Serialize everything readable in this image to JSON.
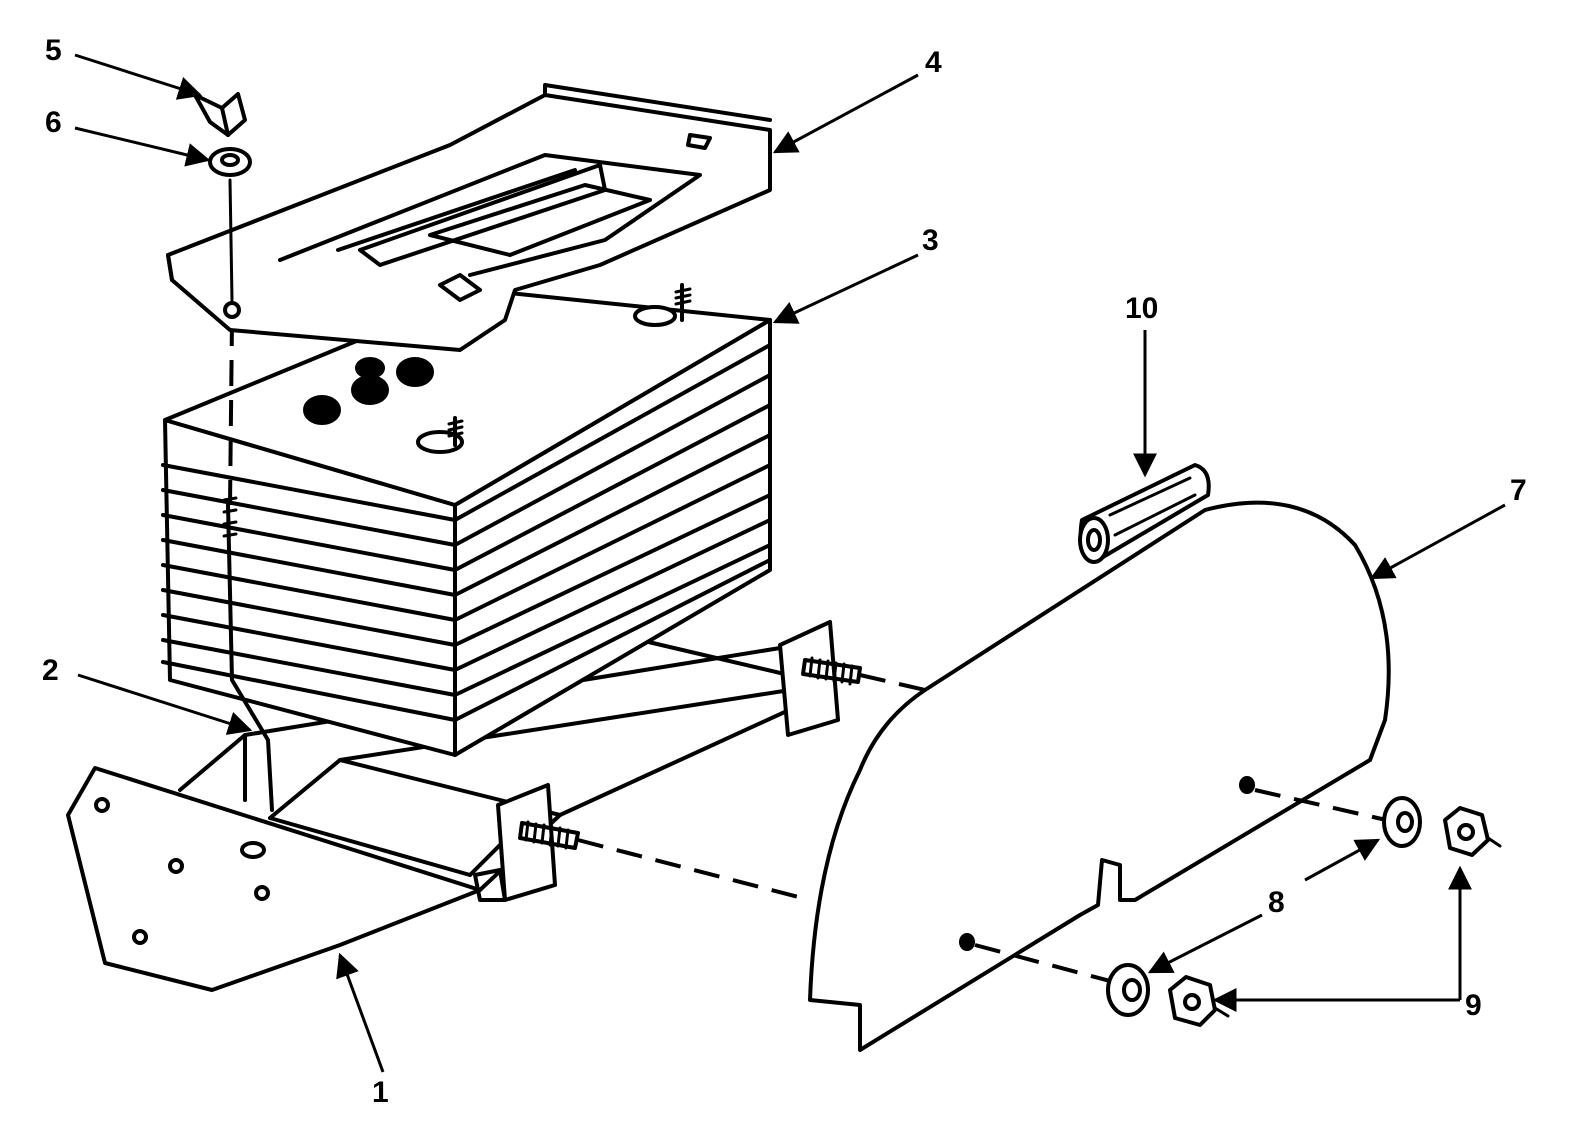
{
  "diagram": {
    "callouts": [
      {
        "id": "1",
        "label": "1"
      },
      {
        "id": "2",
        "label": "2"
      },
      {
        "id": "3",
        "label": "3"
      },
      {
        "id": "4",
        "label": "4"
      },
      {
        "id": "5",
        "label": "5"
      },
      {
        "id": "6",
        "label": "6"
      },
      {
        "id": "7",
        "label": "7"
      },
      {
        "id": "8",
        "label": "8"
      },
      {
        "id": "9",
        "label": "9"
      },
      {
        "id": "10",
        "label": "10"
      }
    ]
  },
  "colors": {
    "line": "#000000",
    "background": "#ffffff"
  }
}
